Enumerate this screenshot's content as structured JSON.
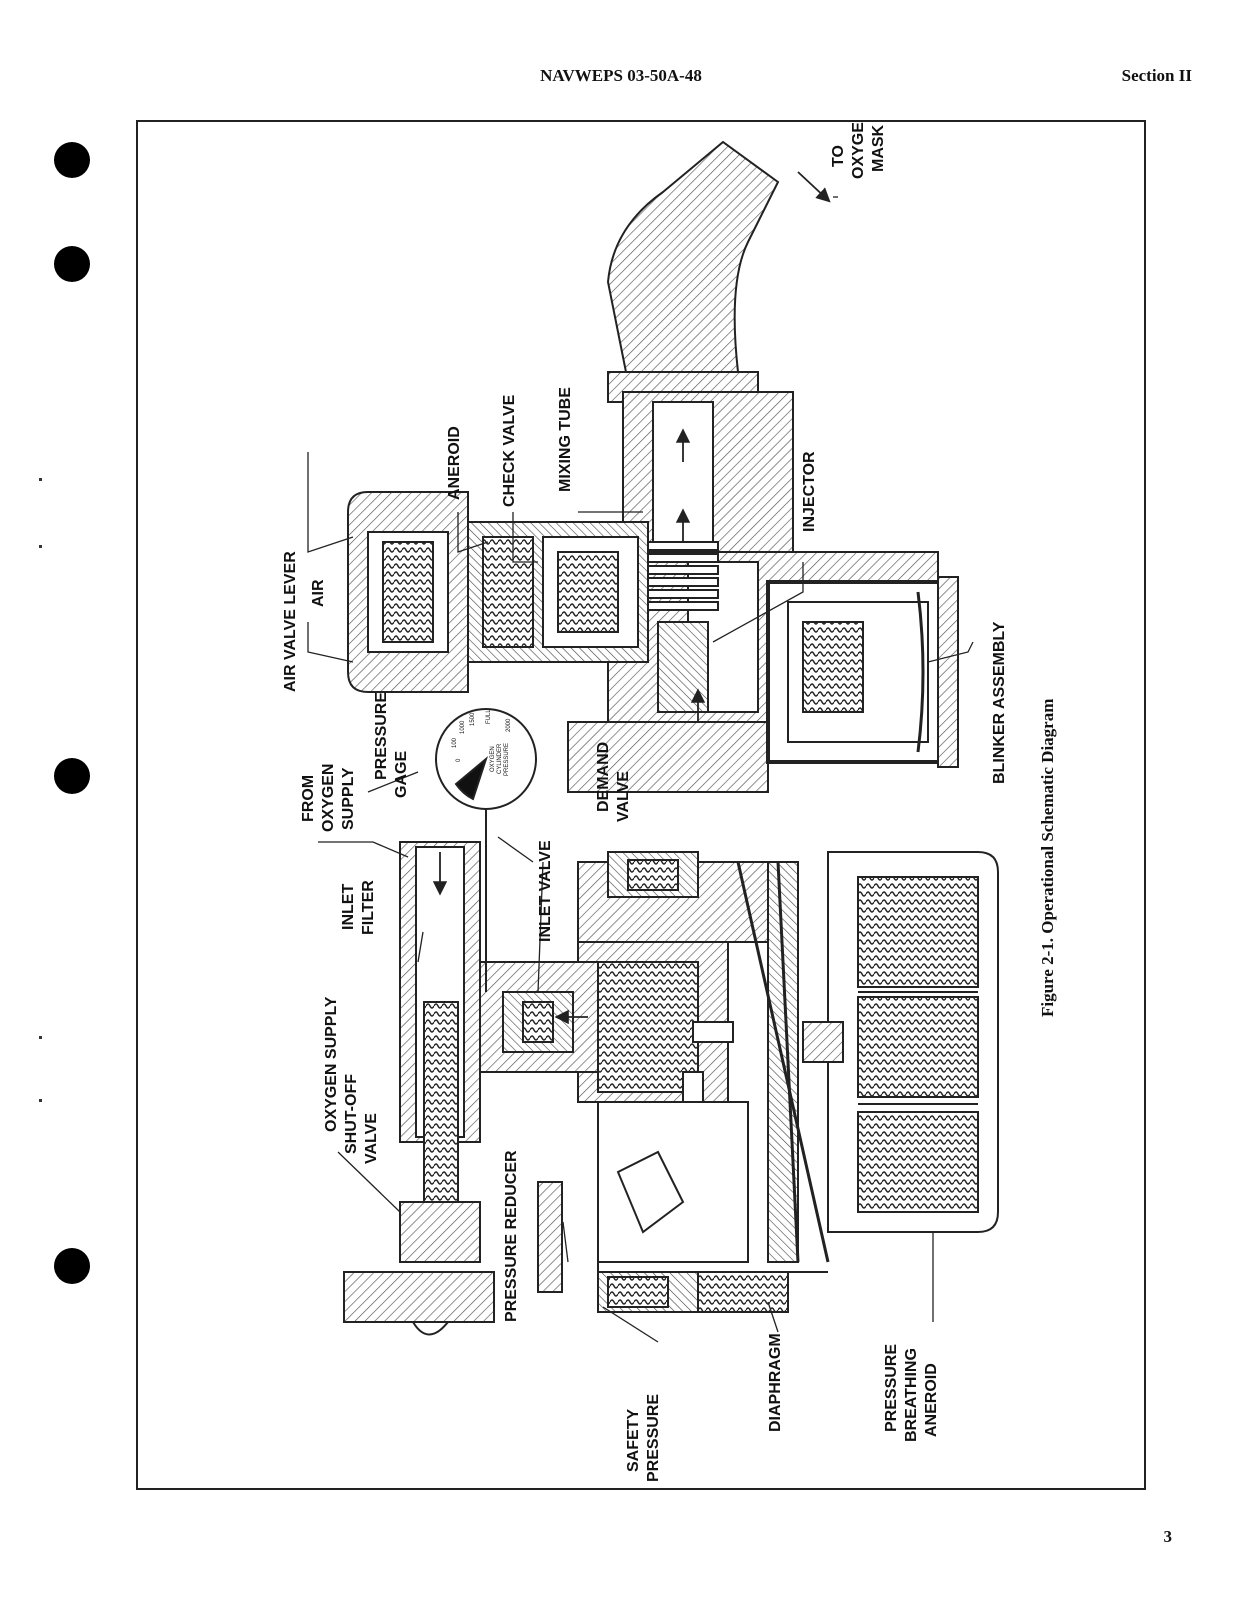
{
  "header": {
    "document_id": "NAVWEPS 03-50A-48",
    "section": "Section II"
  },
  "figure": {
    "caption": "Figure 2-1.  Operational Schematic Diagram",
    "labels": {
      "to_oxygen_mask": [
        "TO",
        "OXYGEN",
        "MASK"
      ],
      "mixing_tube": "MIXING TUBE",
      "check_valve": "CHECK VALVE",
      "aneroid": "ANEROID",
      "air_valve_lever": "AIR VALVE LEVER",
      "air": "AIR",
      "injector": "INJECTOR",
      "blinker_assembly": "BLINKER ASSEMBLY",
      "pressure_gage": [
        "PRESSURE",
        "GAGE"
      ],
      "from_oxygen_supply": [
        "FROM",
        "OXYGEN",
        "SUPPLY"
      ],
      "demand_valve": [
        "DEMAND",
        "VALVE"
      ],
      "inlet_filter": [
        "INLET",
        "FILTER"
      ],
      "inlet_valve": "INLET VALVE",
      "oxygen_supply_shutoff_valve": [
        "OXYGEN SUPPLY",
        "SHUT-OFF",
        "VALVE"
      ],
      "pressure_reducer": "PRESSURE REDUCER",
      "safety_pressure": [
        "SAFETY",
        "PRESSURE"
      ],
      "diaphragm": "DIAPHRAGM",
      "pressure_breathing_aneroid": [
        "PRESSURE",
        "BREATHING",
        "ANEROID"
      ]
    },
    "gage_face": {
      "scale": [
        "0",
        "100",
        "1000",
        "1500",
        "FULL",
        "2000"
      ],
      "legend": [
        "OXYGEN",
        "CYLINDER",
        "PRESSURE"
      ]
    }
  },
  "page_number": "3"
}
